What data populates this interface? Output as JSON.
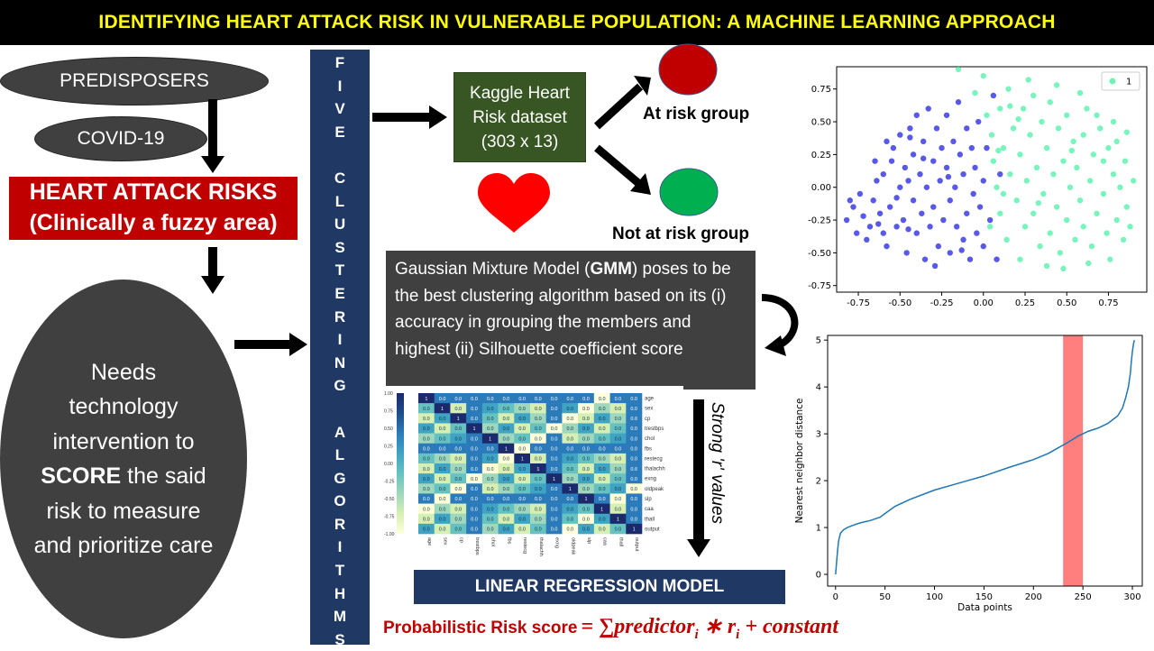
{
  "title": "IDENTIFYING HEART ATTACK RISK IN VULNERABLE POPULATION: A MACHINE LEARNING APPROACH",
  "left_flow": {
    "predisposers": "PREDISPOSERS",
    "covid": "COVID-19",
    "heart_risk_line1": "HEART ATTACK RISKS",
    "heart_risk_line2": "(Clinically a fuzzy area)",
    "needs_pre": "Needs technology intervention to ",
    "needs_bold": "SCORE",
    "needs_post": " the said risk to measure and prioritize care"
  },
  "vertical_label": [
    "F",
    "I",
    "V",
    "E",
    "",
    "C",
    "L",
    "U",
    "S",
    "T",
    "E",
    "R",
    "I",
    "N",
    "G",
    "",
    "A",
    "L",
    "G",
    "O",
    "R",
    "I",
    "T",
    "H",
    "M",
    "S"
  ],
  "dataset": {
    "line1": "Kaggle Heart",
    "line2": "Risk dataset",
    "line3": "(303 x 13)"
  },
  "groups": {
    "at_risk": "At risk group",
    "not_at_risk": "Not at risk group"
  },
  "colors": {
    "title_bg": "#000000",
    "title_fg": "#ffff00",
    "red": "#c00000",
    "navy": "#1f3864",
    "green_box": "#375623",
    "dark_grey": "#404040",
    "at_risk": "#c00000",
    "not_at_risk": "#00b050",
    "heart": "#ff0000"
  },
  "gmm": {
    "pre": "Gaussian Mixture Model (",
    "bold": "GMM",
    "post": ") poses to be the best clustering algorithm based on its (i) accuracy in grouping the members and highest (ii) Silhouette coefficient score"
  },
  "strong_r": "Strong 'r' values",
  "lr_model": "LINEAR REGRESSION MODEL",
  "formula": {
    "label": "Probabilistic Risk score",
    "eq": "= ∑predictor",
    "sub_i": "i",
    "times": " ∗ r",
    "sub_i2": "i",
    "plus": " + constant"
  },
  "heatmap": {
    "labels": [
      "age",
      "sex",
      "cp",
      "trestbps",
      "chol",
      "fbs",
      "restecg",
      "thalachh",
      "exng",
      "oldpeak",
      "slp",
      "caa",
      "thall",
      "output"
    ],
    "colorbar_ticks": [
      "1.00",
      "0.75",
      "0.50",
      "0.25",
      "0.00",
      "-0.25",
      "-0.50",
      "-0.75",
      "-1.00"
    ]
  },
  "chart_data": [
    {
      "type": "scatter",
      "legend": [
        "1"
      ],
      "legend_position": "top-right",
      "xlim": [
        -0.88,
        0.98
      ],
      "ylim": [
        -0.8,
        0.92
      ],
      "xticks": [
        "-0.75",
        "-0.50",
        "-0.25",
        "0.00",
        "0.25",
        "0.50",
        "0.75"
      ],
      "xtick_values": [
        -0.75,
        -0.5,
        -0.25,
        0,
        0.25,
        0.5,
        0.75
      ],
      "yticks": [
        "0.75",
        "0.50",
        "0.25",
        "0.00",
        "-0.25",
        "-0.50",
        "-0.75"
      ],
      "ytick_values": [
        0.75,
        0.5,
        0.25,
        0,
        -0.25,
        -0.5,
        -0.75
      ],
      "series": [
        {
          "color": "#0000dd",
          "points": [
            [
              -0.82,
              -0.25
            ],
            [
              -0.8,
              -0.1
            ],
            [
              -0.78,
              -0.15
            ],
            [
              -0.76,
              -0.35
            ],
            [
              -0.74,
              -0.05
            ],
            [
              -0.72,
              -0.22
            ],
            [
              -0.7,
              -0.4
            ],
            [
              -0.68,
              -0.3
            ],
            [
              -0.66,
              -0.1
            ],
            [
              -0.64,
              0.05
            ],
            [
              -0.62,
              -0.2
            ],
            [
              -0.6,
              -0.35
            ],
            [
              -0.6,
              0.1
            ],
            [
              -0.58,
              -0.45
            ],
            [
              -0.56,
              -0.15
            ],
            [
              -0.55,
              0.2
            ],
            [
              -0.54,
              0.3
            ],
            [
              -0.52,
              -0.3
            ],
            [
              -0.5,
              0.0
            ],
            [
              -0.5,
              0.4
            ],
            [
              -0.48,
              -0.25
            ],
            [
              -0.47,
              0.15
            ],
            [
              -0.46,
              -0.5
            ],
            [
              -0.45,
              0.05
            ],
            [
              -0.44,
              0.45
            ],
            [
              -0.42,
              -0.1
            ],
            [
              -0.42,
              0.25
            ],
            [
              -0.4,
              -0.35
            ],
            [
              -0.4,
              0.55
            ],
            [
              -0.38,
              0.1
            ],
            [
              -0.37,
              -0.2
            ],
            [
              -0.36,
              0.35
            ],
            [
              -0.35,
              -0.55
            ],
            [
              -0.34,
              0.0
            ],
            [
              -0.33,
              0.6
            ],
            [
              -0.32,
              -0.3
            ],
            [
              -0.3,
              0.2
            ],
            [
              -0.3,
              -0.15
            ],
            [
              -0.28,
              0.45
            ],
            [
              -0.27,
              -0.45
            ],
            [
              -0.26,
              0.05
            ],
            [
              -0.25,
              0.3
            ],
            [
              -0.24,
              -0.25
            ],
            [
              -0.22,
              0.15
            ],
            [
              -0.22,
              0.55
            ],
            [
              -0.2,
              -0.1
            ],
            [
              -0.2,
              -0.5
            ],
            [
              -0.18,
              0.35
            ],
            [
              -0.17,
              0.0
            ],
            [
              -0.16,
              -0.3
            ],
            [
              -0.15,
              0.65
            ],
            [
              -0.14,
              0.25
            ],
            [
              -0.12,
              -0.4
            ],
            [
              -0.12,
              0.1
            ],
            [
              -0.1,
              -0.2
            ],
            [
              -0.1,
              0.45
            ],
            [
              -0.08,
              -0.55
            ],
            [
              -0.07,
              0.3
            ],
            [
              -0.06,
              -0.05
            ],
            [
              -0.05,
              0.15
            ],
            [
              -0.04,
              -0.35
            ],
            [
              -0.03,
              0.5
            ],
            [
              -0.02,
              -0.15
            ],
            [
              0.0,
              0.05
            ],
            [
              0.0,
              -0.45
            ],
            [
              0.02,
              0.3
            ],
            [
              0.04,
              -0.25
            ],
            [
              0.06,
              0.7
            ],
            [
              0.08,
              -0.55
            ],
            [
              0.1,
              0.1
            ],
            [
              -0.65,
              0.2
            ],
            [
              -0.58,
              0.35
            ],
            [
              -0.52,
              -0.08
            ],
            [
              -0.45,
              -0.32
            ],
            [
              -0.36,
              0.22
            ],
            [
              -0.29,
              -0.6
            ],
            [
              -0.21,
              0.08
            ],
            [
              -0.13,
              -0.48
            ],
            [
              -0.44,
              0.38
            ],
            [
              -0.63,
              -0.28
            ]
          ]
        },
        {
          "color": "#33ee99",
          "points": [
            [
              -0.15,
              0.9
            ],
            [
              -0.05,
              0.72
            ],
            [
              0.0,
              0.85
            ],
            [
              0.02,
              0.55
            ],
            [
              0.05,
              0.4
            ],
            [
              0.06,
              0.2
            ],
            [
              0.08,
              0.0
            ],
            [
              0.1,
              0.6
            ],
            [
              0.1,
              -0.2
            ],
            [
              0.12,
              0.3
            ],
            [
              0.14,
              -0.4
            ],
            [
              0.15,
              0.75
            ],
            [
              0.16,
              0.1
            ],
            [
              0.18,
              0.45
            ],
            [
              0.2,
              -0.1
            ],
            [
              0.22,
              0.25
            ],
            [
              0.22,
              -0.55
            ],
            [
              0.24,
              0.6
            ],
            [
              0.25,
              -0.3
            ],
            [
              0.26,
              0.05
            ],
            [
              0.28,
              0.4
            ],
            [
              0.3,
              -0.2
            ],
            [
              0.3,
              0.7
            ],
            [
              0.32,
              0.15
            ],
            [
              0.34,
              -0.45
            ],
            [
              0.35,
              0.5
            ],
            [
              0.36,
              -0.05
            ],
            [
              0.38,
              0.3
            ],
            [
              0.4,
              -0.35
            ],
            [
              0.4,
              0.65
            ],
            [
              0.42,
              0.1
            ],
            [
              0.44,
              -0.15
            ],
            [
              0.45,
              0.45
            ],
            [
              0.46,
              -0.5
            ],
            [
              0.48,
              0.2
            ],
            [
              0.5,
              -0.25
            ],
            [
              0.5,
              0.55
            ],
            [
              0.52,
              0.0
            ],
            [
              0.54,
              0.35
            ],
            [
              0.55,
              -0.4
            ],
            [
              0.56,
              0.15
            ],
            [
              0.58,
              -0.1
            ],
            [
              0.6,
              0.4
            ],
            [
              0.6,
              -0.3
            ],
            [
              0.62,
              0.6
            ],
            [
              0.64,
              0.05
            ],
            [
              0.65,
              -0.45
            ],
            [
              0.66,
              0.25
            ],
            [
              0.68,
              -0.2
            ],
            [
              0.7,
              0.45
            ],
            [
              0.72,
              -0.05
            ],
            [
              0.72,
              0.2
            ],
            [
              0.74,
              -0.35
            ],
            [
              0.75,
              0.3
            ],
            [
              0.76,
              -0.55
            ],
            [
              0.78,
              0.1
            ],
            [
              0.8,
              -0.25
            ],
            [
              0.8,
              0.35
            ],
            [
              0.82,
              0.0
            ],
            [
              0.84,
              -0.4
            ],
            [
              0.85,
              0.2
            ],
            [
              0.86,
              -0.15
            ],
            [
              0.88,
              -0.3
            ],
            [
              0.9,
              0.05
            ],
            [
              0.48,
              -0.62
            ],
            [
              0.58,
              0.72
            ],
            [
              0.27,
              0.82
            ],
            [
              0.38,
              -0.6
            ],
            [
              0.68,
              0.55
            ],
            [
              0.16,
              0.62
            ],
            [
              0.04,
              -0.3
            ],
            [
              0.12,
              -0.05
            ],
            [
              0.53,
              0.28
            ],
            [
              0.63,
              -0.58
            ],
            [
              0.44,
              0.78
            ],
            [
              0.78,
              0.5
            ],
            [
              0.86,
              0.42
            ],
            [
              0.33,
              -0.12
            ],
            [
              0.21,
              0.52
            ],
            [
              0.09,
              0.28
            ]
          ]
        }
      ]
    },
    {
      "type": "line",
      "xlabel": "Data points",
      "ylabel": "Nearest neighbor distance",
      "xlim": [
        -8,
        310
      ],
      "ylim": [
        -0.25,
        5.1
      ],
      "xticks": [
        "0",
        "50",
        "100",
        "150",
        "200",
        "250",
        "300"
      ],
      "xtick_values": [
        0,
        50,
        100,
        150,
        200,
        250,
        300
      ],
      "yticks": [
        "0",
        "1",
        "2",
        "3",
        "4",
        "5"
      ],
      "ytick_values": [
        0,
        1,
        2,
        3,
        4,
        5
      ],
      "highlight_span": [
        230,
        250
      ],
      "x": [
        0,
        1,
        2,
        3,
        4,
        5,
        8,
        12,
        18,
        25,
        35,
        45,
        50,
        60,
        75,
        100,
        125,
        150,
        175,
        200,
        215,
        225,
        235,
        245,
        255,
        265,
        275,
        285,
        290,
        293,
        296,
        298,
        299,
        300,
        301,
        302
      ],
      "y": [
        0.0,
        0.25,
        0.5,
        0.7,
        0.8,
        0.88,
        0.95,
        1.0,
        1.05,
        1.1,
        1.15,
        1.22,
        1.3,
        1.45,
        1.6,
        1.8,
        1.95,
        2.1,
        2.28,
        2.45,
        2.58,
        2.7,
        2.82,
        2.95,
        3.05,
        3.12,
        3.22,
        3.38,
        3.55,
        3.75,
        4.0,
        4.3,
        4.55,
        4.75,
        4.9,
        5.0
      ]
    }
  ]
}
